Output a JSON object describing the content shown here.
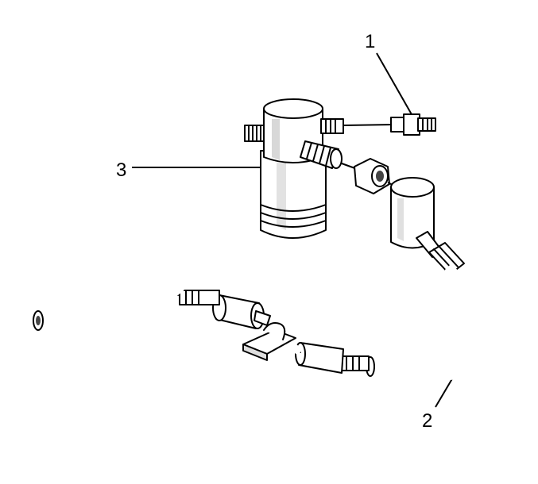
{
  "callouts": {
    "c1": "1",
    "c2": "2",
    "c3": "3"
  },
  "colors": {
    "line": "#000000",
    "fill": "#ffffff",
    "shade": "#9a9a9a"
  }
}
